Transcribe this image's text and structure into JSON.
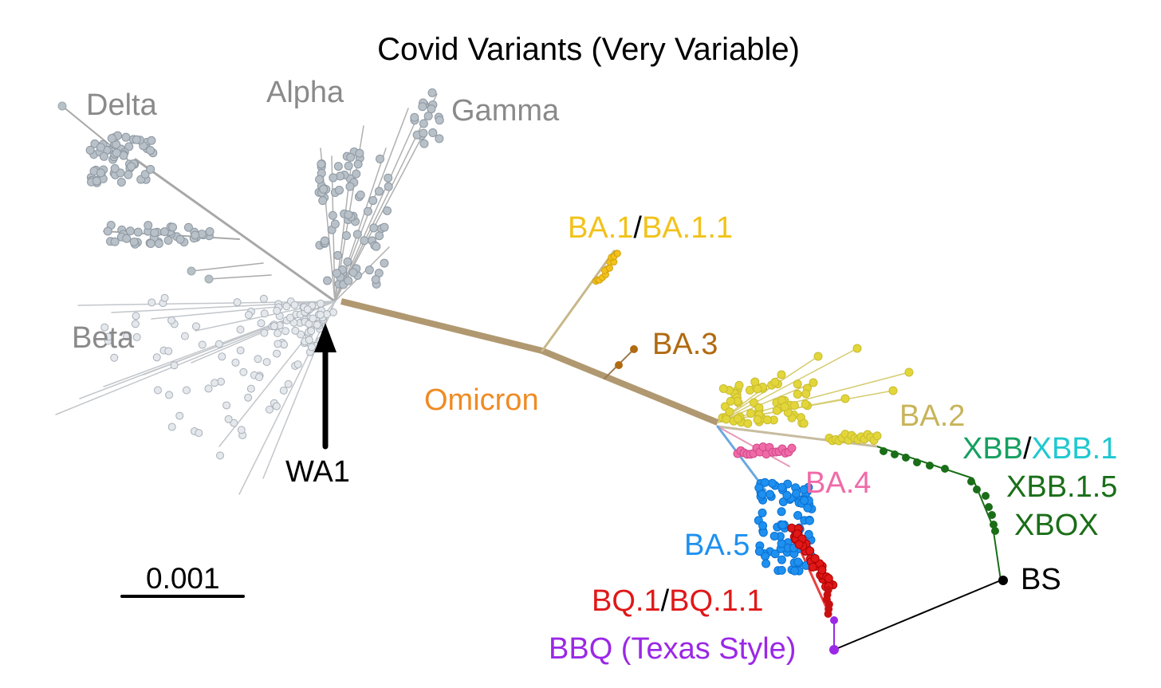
{
  "title": "Covid Variants (Very Variable)",
  "scale_bar": {
    "label": "0.001"
  },
  "root": {
    "label": "WA1",
    "color": "#000000"
  },
  "colors": {
    "ancestral": "#8a8a8a",
    "ancestral_node": "#b8c0c8",
    "omicron": "#f08a24",
    "ba1": "#f2c21a",
    "ba3": "#b06a10",
    "ba2": "#c8b45a",
    "ba2_node": "#e2d63a",
    "ba4": "#f06aa8",
    "ba5": "#1e90f0",
    "bq1": "#e01818",
    "xbb": "#14a060",
    "xbb1": "#20c8d0",
    "xbb15": "#1a6e18",
    "bs": "#000000",
    "bbq": "#9a28e6"
  },
  "clades": {
    "delta": "Delta",
    "alpha": "Alpha",
    "gamma": "Gamma",
    "beta": "Beta",
    "omicron": "Omicron",
    "ba1": {
      "a": "BA.1",
      "sep": "/",
      "b": "BA.1.1"
    },
    "ba3": "BA.3",
    "ba2": "BA.2",
    "xbb": {
      "a": "XBB",
      "sep": "/",
      "b": "XBB.1"
    },
    "xbb15": "XBB.1.5",
    "xbox": "XBOX",
    "ba4": "BA.4",
    "ba5": "BA.5",
    "bs": "BS",
    "bq1": {
      "a": "BQ.1",
      "sep": "/",
      "b": "BQ.1.1"
    },
    "bbq": "BBQ (Texas Style)"
  }
}
